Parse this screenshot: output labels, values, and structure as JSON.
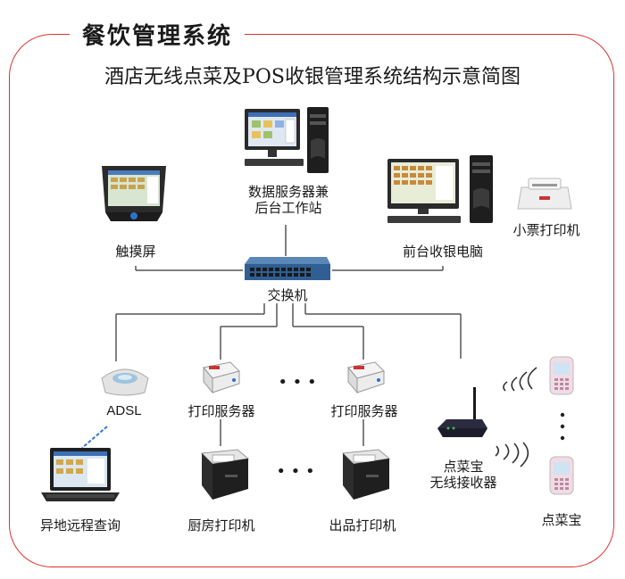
{
  "header": {
    "title": "餐饮管理系统"
  },
  "diagram": {
    "title": "酒店无线点菜及POS收银管理系统结构示意简图",
    "nodes": {
      "server": "数据服务器兼\n后台工作站",
      "touch": "触摸屏",
      "cashier": "前台收银电脑",
      "receipt_printer": "小票打印机",
      "switch": "交换机",
      "adsl": "ADSL",
      "print_server_1": "打印服务器",
      "print_server_2": "打印服务器",
      "remote": "异地远程查询",
      "kitchen_printer": "厨房打印机",
      "dish_printer": "出品打印机",
      "wireless_receiver": "点菜宝\n无线接收器",
      "handheld": "点菜宝"
    },
    "ellipsis": "• • •"
  },
  "colors": {
    "accent": "#d9342b",
    "switch": "#2f5f93",
    "line": "#555555"
  }
}
